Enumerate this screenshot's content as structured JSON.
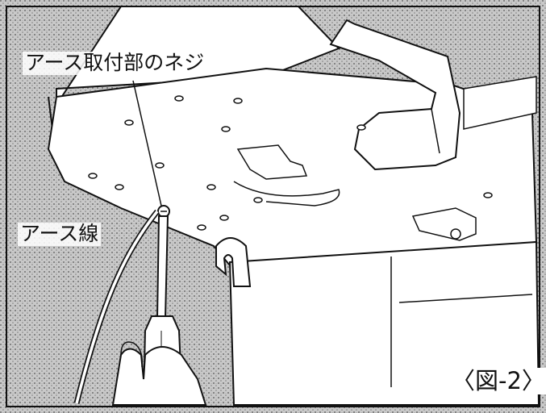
{
  "labels": {
    "earth_screw": "アース取付部のネジ",
    "earth_wire": "アース線",
    "figure_number": "〈図-2〉"
  },
  "colors": {
    "ink": "#111111",
    "shade": "#9a9a9a",
    "paper": "#ffffff"
  }
}
